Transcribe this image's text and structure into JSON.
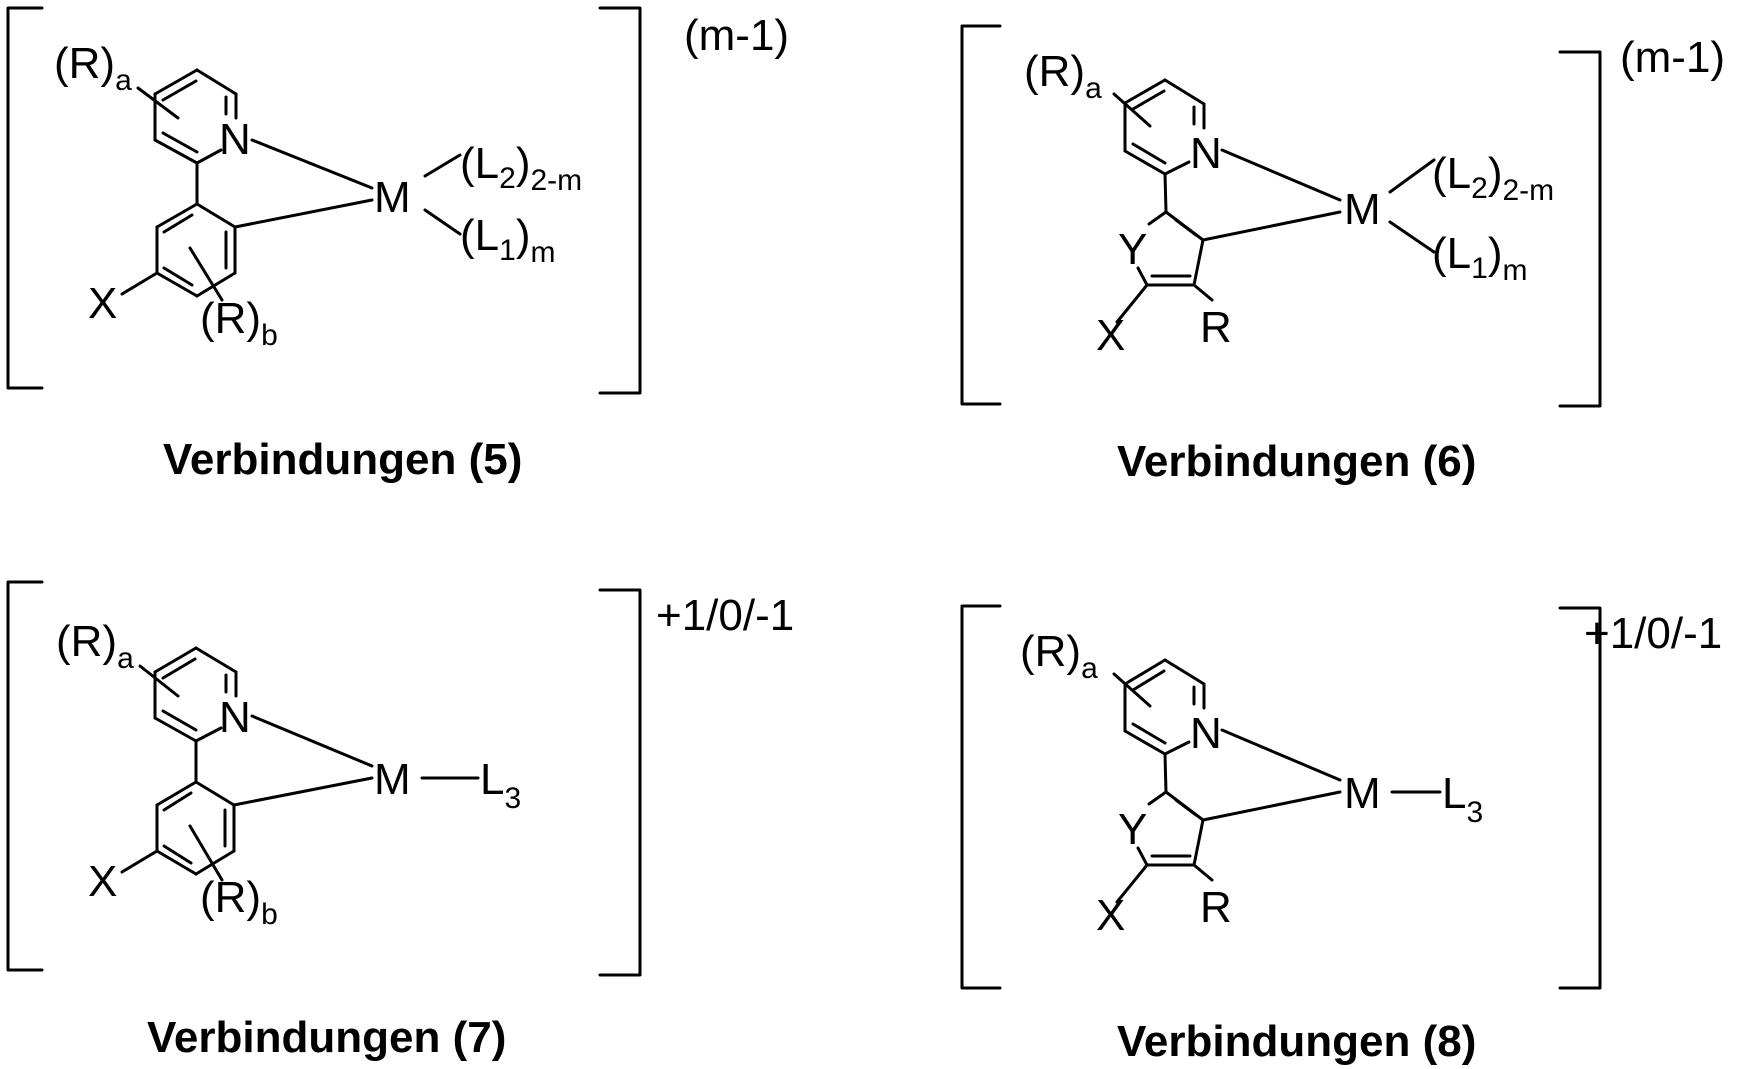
{
  "compounds": [
    {
      "kind": "phenyl",
      "caption": "Verbindungen (5)",
      "charge": "(m-1)",
      "labels": {
        "ra": "(R)",
        "ra_sub": "a",
        "n": "N",
        "m": "M",
        "l2": "(L",
        "l2_sub": "2",
        "l2_close": ")",
        "l2_sub2": "2-m",
        "l1": "(L",
        "l1_sub": "1",
        "l1_close": ")",
        "l1_sub2": "m",
        "x": "X",
        "rb": "(R)",
        "rb_sub": "b"
      }
    },
    {
      "kind": "hetero",
      "caption": "Verbindungen (6)",
      "charge": "(m-1)",
      "labels": {
        "ra": "(R)",
        "ra_sub": "a",
        "n": "N",
        "m": "M",
        "l2": "(L",
        "l2_sub": "2",
        "l2_close": ")",
        "l2_sub2": "2-m",
        "l1": "(L",
        "l1_sub": "1",
        "l1_close": ")",
        "l1_sub2": "m",
        "y": "Y",
        "x": "X",
        "r": "R"
      }
    },
    {
      "kind": "phenyl",
      "caption": "Verbindungen (7)",
      "charge": "+1/0/-1",
      "labels": {
        "ra": "(R)",
        "ra_sub": "a",
        "n": "N",
        "m": "M",
        "l3": "L",
        "l3_sub": "3",
        "x": "X",
        "rb": "(R)",
        "rb_sub": "b"
      }
    },
    {
      "kind": "hetero",
      "caption": "Verbindungen (8)",
      "charge": "+1/0/-1",
      "labels": {
        "ra": "(R)",
        "ra_sub": "a",
        "n": "N",
        "m": "M",
        "l3": "L",
        "l3_sub": "3",
        "y": "Y",
        "x": "X",
        "r": "R"
      }
    }
  ]
}
